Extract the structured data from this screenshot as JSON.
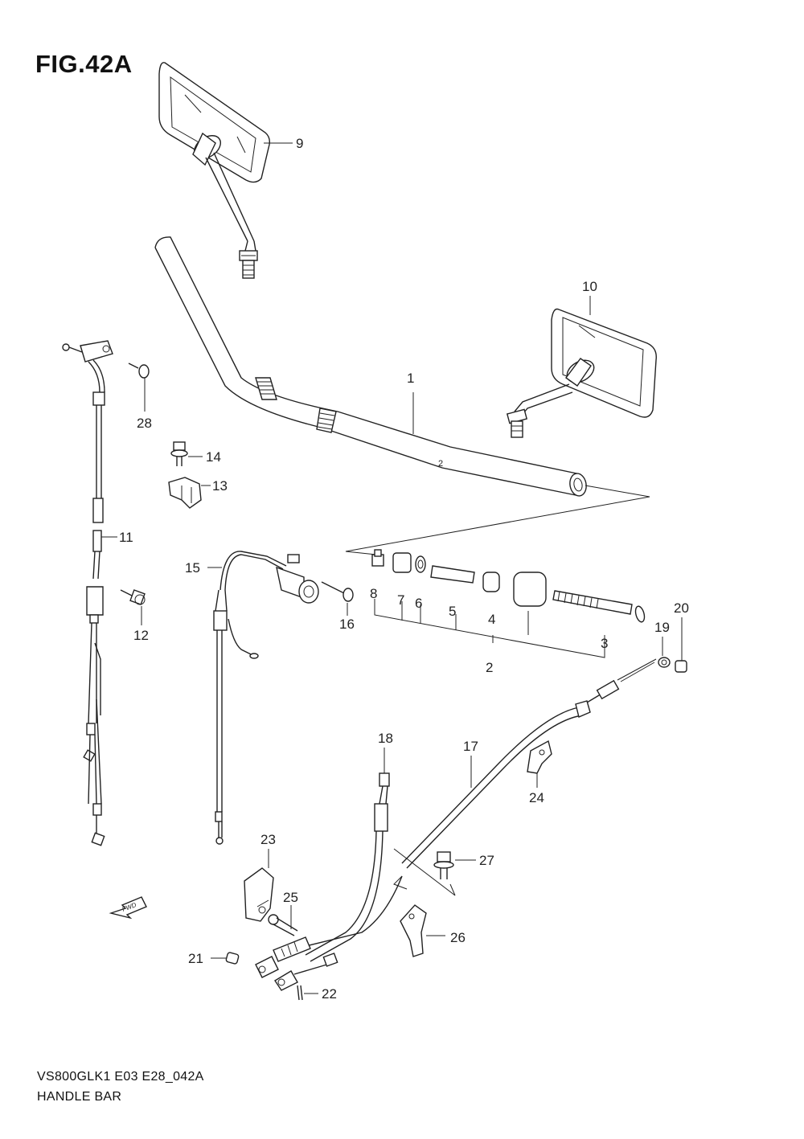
{
  "figure": {
    "title": "FIG.42A",
    "code": "VS800GLK1 E03 E28_042A",
    "name": "HANDLE BAR"
  },
  "parts": [
    {
      "num": "1"
    },
    {
      "num": "2"
    },
    {
      "num": "3"
    },
    {
      "num": "4"
    },
    {
      "num": "5"
    },
    {
      "num": "6"
    },
    {
      "num": "7"
    },
    {
      "num": "8"
    },
    {
      "num": "9"
    },
    {
      "num": "10"
    },
    {
      "num": "11"
    },
    {
      "num": "12"
    },
    {
      "num": "13"
    },
    {
      "num": "14"
    },
    {
      "num": "15"
    },
    {
      "num": "16"
    },
    {
      "num": "17"
    },
    {
      "num": "18"
    },
    {
      "num": "19"
    },
    {
      "num": "20"
    },
    {
      "num": "21"
    },
    {
      "num": "22"
    },
    {
      "num": "23"
    },
    {
      "num": "24"
    },
    {
      "num": "25"
    },
    {
      "num": "26"
    },
    {
      "num": "27"
    },
    {
      "num": "28"
    }
  ],
  "fwd_label": "FWD"
}
